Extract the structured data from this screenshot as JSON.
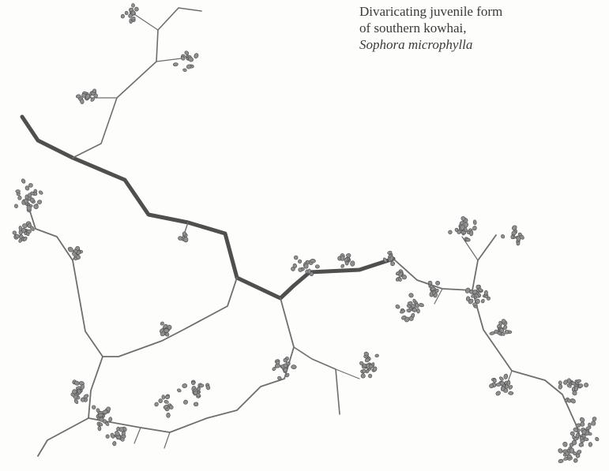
{
  "caption": {
    "line1": "Divaricating juvenile form",
    "line2": "of southern kowhai,",
    "species": "Sophora microphylla"
  },
  "colors": {
    "background": "#fdfdfc",
    "branch": "#6e6e6e",
    "branch_dark": "#4f4f4f",
    "leaf_fill": "#8f8f8f",
    "leaf_stroke": "#555555",
    "caption_text": "#3a3a3a"
  }
}
